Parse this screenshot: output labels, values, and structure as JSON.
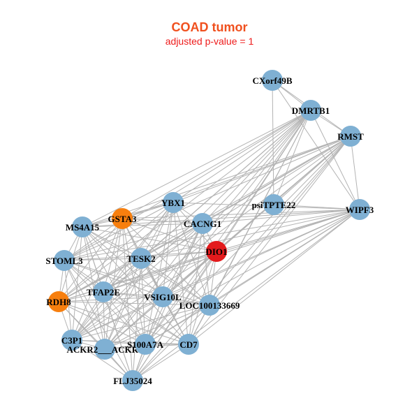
{
  "title": "COAD tumor",
  "subtitle": "adjusted p-value = 1",
  "colors": {
    "default_node": "#7fb0d3",
    "orange_node": "#f77f0e",
    "red_node": "#e31a1c",
    "edge": "#b3b3b3",
    "title": "#f0501e",
    "subtitle": "#ee1c1c"
  },
  "nodes": [
    {
      "id": "CXorf49B",
      "label": "CXorf49B",
      "color": "default"
    },
    {
      "id": "DMRTB1",
      "label": "DMRTB1",
      "color": "default"
    },
    {
      "id": "RMST",
      "label": "RMST",
      "color": "default"
    },
    {
      "id": "psiTPTE22",
      "label": "psiTPTE22",
      "color": "default"
    },
    {
      "id": "WIPF3",
      "label": "WIPF3",
      "color": "default"
    },
    {
      "id": "YBX1",
      "label": "YBX1",
      "color": "default"
    },
    {
      "id": "GSTA3",
      "label": "GSTA3",
      "color": "orange"
    },
    {
      "id": "CACNG1",
      "label": "CACNG1",
      "color": "default"
    },
    {
      "id": "MS4A15",
      "label": "MS4A15",
      "color": "default"
    },
    {
      "id": "DIO1",
      "label": "DIO1",
      "color": "red"
    },
    {
      "id": "STOML3",
      "label": "STOML3",
      "color": "default"
    },
    {
      "id": "TESK2",
      "label": "TESK2",
      "color": "default"
    },
    {
      "id": "TFAP2E",
      "label": "TFAP2E",
      "color": "default"
    },
    {
      "id": "RDH8",
      "label": "RDH8",
      "color": "orange"
    },
    {
      "id": "VSIG10L",
      "label": "VSIG10L",
      "color": "default"
    },
    {
      "id": "LOC100133669",
      "label": "LOC100133669",
      "color": "default"
    },
    {
      "id": "C3P1",
      "label": "C3P1",
      "color": "default"
    },
    {
      "id": "ACKR2___ACKR4",
      "label": "ACKR2___ACKR4",
      "color": "default"
    },
    {
      "id": "S100A7A",
      "label": "S100A7A",
      "color": "default"
    },
    {
      "id": "CD7",
      "label": "CD7",
      "color": "default"
    },
    {
      "id": "FLJ35024",
      "label": "FLJ35024",
      "color": "default"
    }
  ]
}
